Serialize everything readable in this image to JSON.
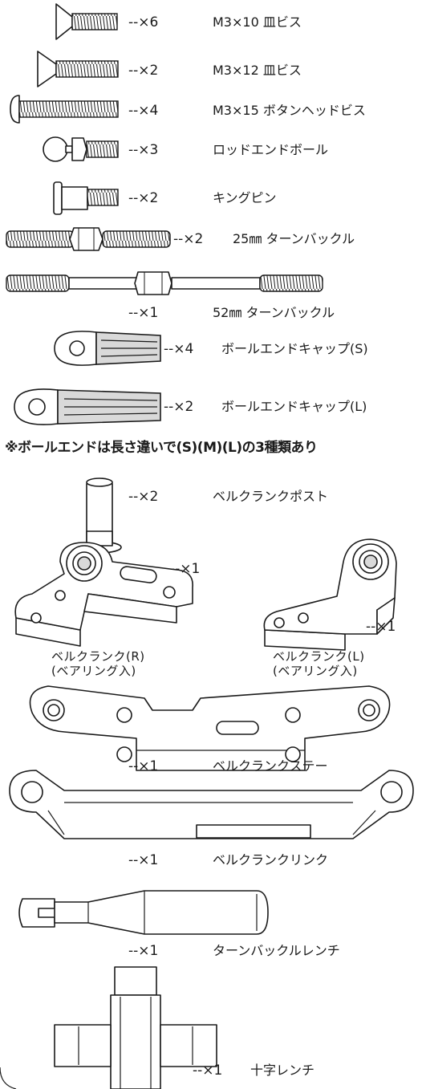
{
  "parts": [
    {
      "qty": "--×6",
      "name": "M3×10 皿ビス"
    },
    {
      "qty": "--×2",
      "name": "M3×12 皿ビス"
    },
    {
      "qty": "--×4",
      "name": "M3×15 ボタンヘッドビス"
    },
    {
      "qty": "--×3",
      "name": "ロッドエンドボール"
    },
    {
      "qty": "--×2",
      "name": "キングピン"
    },
    {
      "qty": "--×2",
      "name": "25㎜ ターンバックル"
    },
    {
      "qty": "--×1",
      "name": "52㎜ ターンバックル"
    },
    {
      "qty": "--×4",
      "name": "ボールエンドキャップ(S)"
    },
    {
      "qty": "--×2",
      "name": "ボールエンドキャップ(L)"
    }
  ],
  "note": "※ボールエンドは長さ違いで(S)(M)(L)の3種類あり",
  "parts2": [
    {
      "qty": "--×2",
      "name": "ベルクランクポスト"
    },
    {
      "qty": "--×1",
      "name": "ベルクランク(R)",
      "sub": "(ベアリング入)"
    },
    {
      "qty": "--×1",
      "name": "ベルクランク(L)",
      "sub": "(ベアリング入)"
    },
    {
      "qty": "--×1",
      "name": "ベルクランクステー"
    },
    {
      "qty": "--×1",
      "name": "ベルクランクリンク"
    },
    {
      "qty": "--×1",
      "name": "ターンバックルレンチ"
    },
    {
      "qty": "--×1",
      "name": "十字レンチ"
    }
  ]
}
